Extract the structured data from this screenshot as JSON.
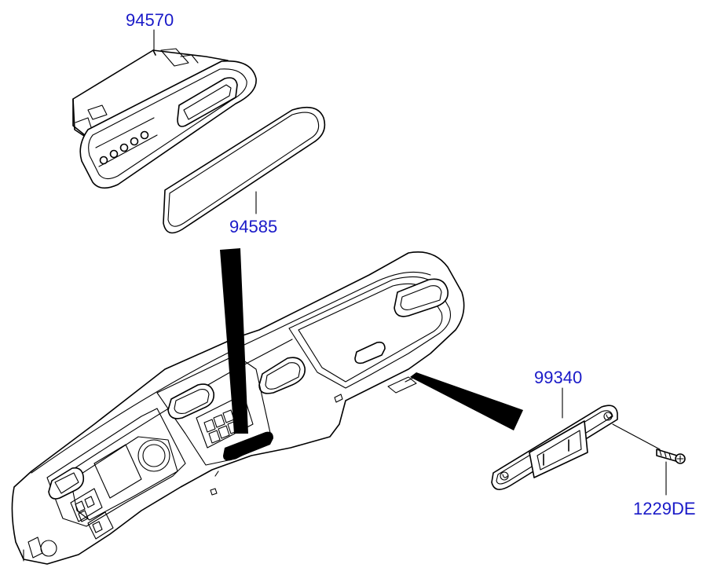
{
  "diagram": {
    "parts": [
      {
        "id": "p1",
        "label": "94570"
      },
      {
        "id": "p2",
        "label": "94585"
      },
      {
        "id": "p3",
        "label": "99340"
      },
      {
        "id": "p4",
        "label": "1229DE"
      }
    ]
  },
  "colors": {
    "label_text": "#1a1ac8",
    "line_art": "#000000",
    "background": "#ffffff"
  }
}
